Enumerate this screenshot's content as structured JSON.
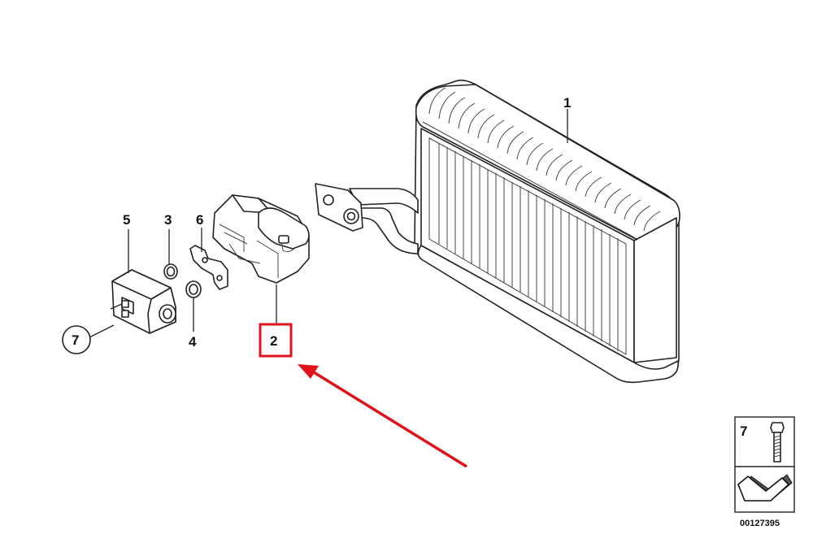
{
  "callouts": {
    "c1": "1",
    "c2": "2",
    "c3": "3",
    "c4": "4",
    "c5": "5",
    "c6": "6",
    "c7": "7"
  },
  "legend_box": {
    "part_number": "7",
    "diagram_code": "00127395"
  },
  "highlight": {
    "target_callout": "2",
    "box_color": "#e0131b",
    "arrow_color": "#e0131b"
  },
  "icons": [
    "bolt-icon",
    "arrow-down-left-icon",
    "evaporator-drawing",
    "expansion-valve-drawing",
    "housing-drawing"
  ]
}
